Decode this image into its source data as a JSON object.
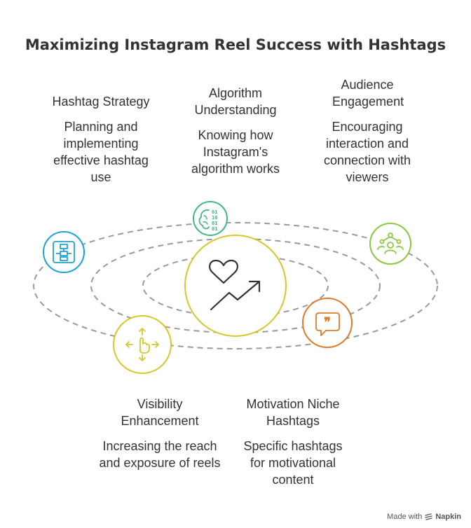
{
  "title": "Maximizing Instagram Reel Success with Hashtags",
  "topics": [
    {
      "heading": "Hashtag Strategy",
      "description": "Planning and implementing effective hashtag use",
      "icon": "flowchart-icon",
      "color": "#1FA3D3"
    },
    {
      "heading": "Algorithm Understanding",
      "description": "Knowing how Instagram's algorithm works",
      "icon": "brain-binary-icon",
      "color": "#3DB87E"
    },
    {
      "heading": "Audience Engagement",
      "description": "Encouraging interaction and connection with viewers",
      "icon": "people-network-icon",
      "color": "#8DC63F"
    },
    {
      "heading": "Visibility Enhancement",
      "description": "Increasing the reach and exposure of reels",
      "icon": "expand-arrows-icon",
      "color": "#D7C728"
    },
    {
      "heading": "Motivation Niche Hashtags",
      "description": "Specific hashtags for motivational content",
      "icon": "quote-bubble-icon",
      "color": "#E07B2A"
    }
  ],
  "center": {
    "icon": "heart-trend-icon",
    "color": "#D7C728"
  },
  "footer": {
    "made_with": "Made with",
    "brand": "Napkin"
  }
}
